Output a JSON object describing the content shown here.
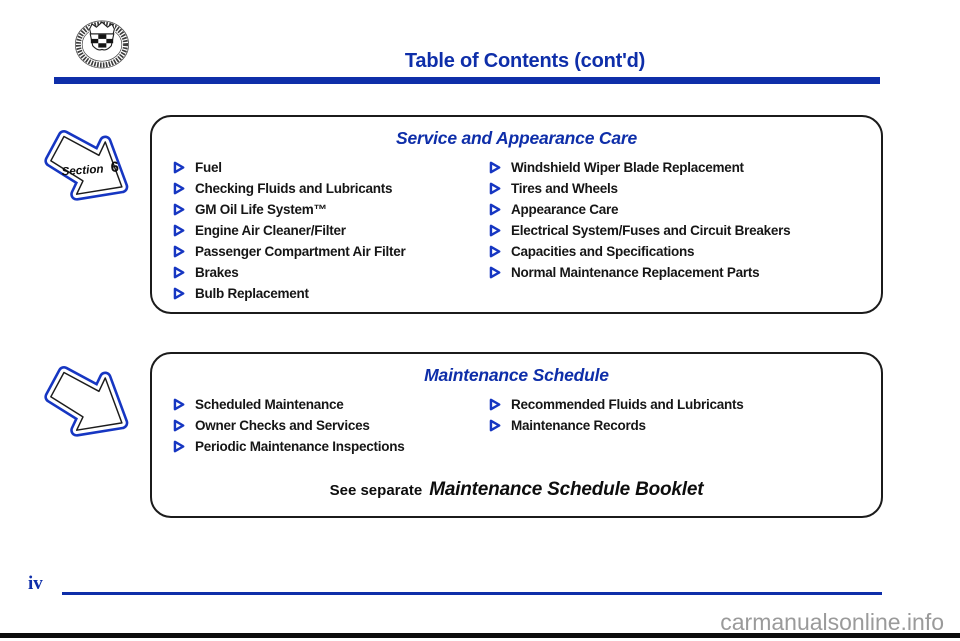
{
  "page": {
    "title": "Table of Contents (cont'd)",
    "page_number": "iv",
    "watermark": "carmanualsonline.info"
  },
  "colors": {
    "blue": "#0e2ea9",
    "bullet_blue": "#1636c2",
    "watermark_gray": "#9a9a9a"
  },
  "icons": {
    "logo": "cadillac-wreath-crest-logo",
    "bullet": "play-arrow-bullet-icon",
    "section_marker": "hand-drawn-arrow-pointer"
  },
  "sections": [
    {
      "heading": "Service and Appearance Care",
      "arrow_label": {
        "prefix": "Section",
        "number": "6"
      },
      "left_items": [
        "Fuel",
        "Checking Fluids and Lubricants",
        "GM Oil Life System™",
        "Engine Air Cleaner/Filter",
        "Passenger Compartment Air Filter",
        "Brakes",
        "Bulb Replacement"
      ],
      "right_items": [
        "Windshield Wiper Blade Replacement",
        "Tires and Wheels",
        "Appearance Care",
        "Electrical System/Fuses and Circuit Breakers",
        "Capacities and Specifications",
        "Normal Maintenance Replacement Parts"
      ]
    },
    {
      "heading": "Maintenance Schedule",
      "left_items": [
        "Scheduled Maintenance",
        "Owner Checks and Services",
        "Periodic Maintenance Inspections"
      ],
      "right_items": [
        "Recommended Fluids and Lubricants",
        "Maintenance Records"
      ],
      "footer_prefix": "See separate",
      "footer_title": "Maintenance Schedule Booklet"
    }
  ]
}
